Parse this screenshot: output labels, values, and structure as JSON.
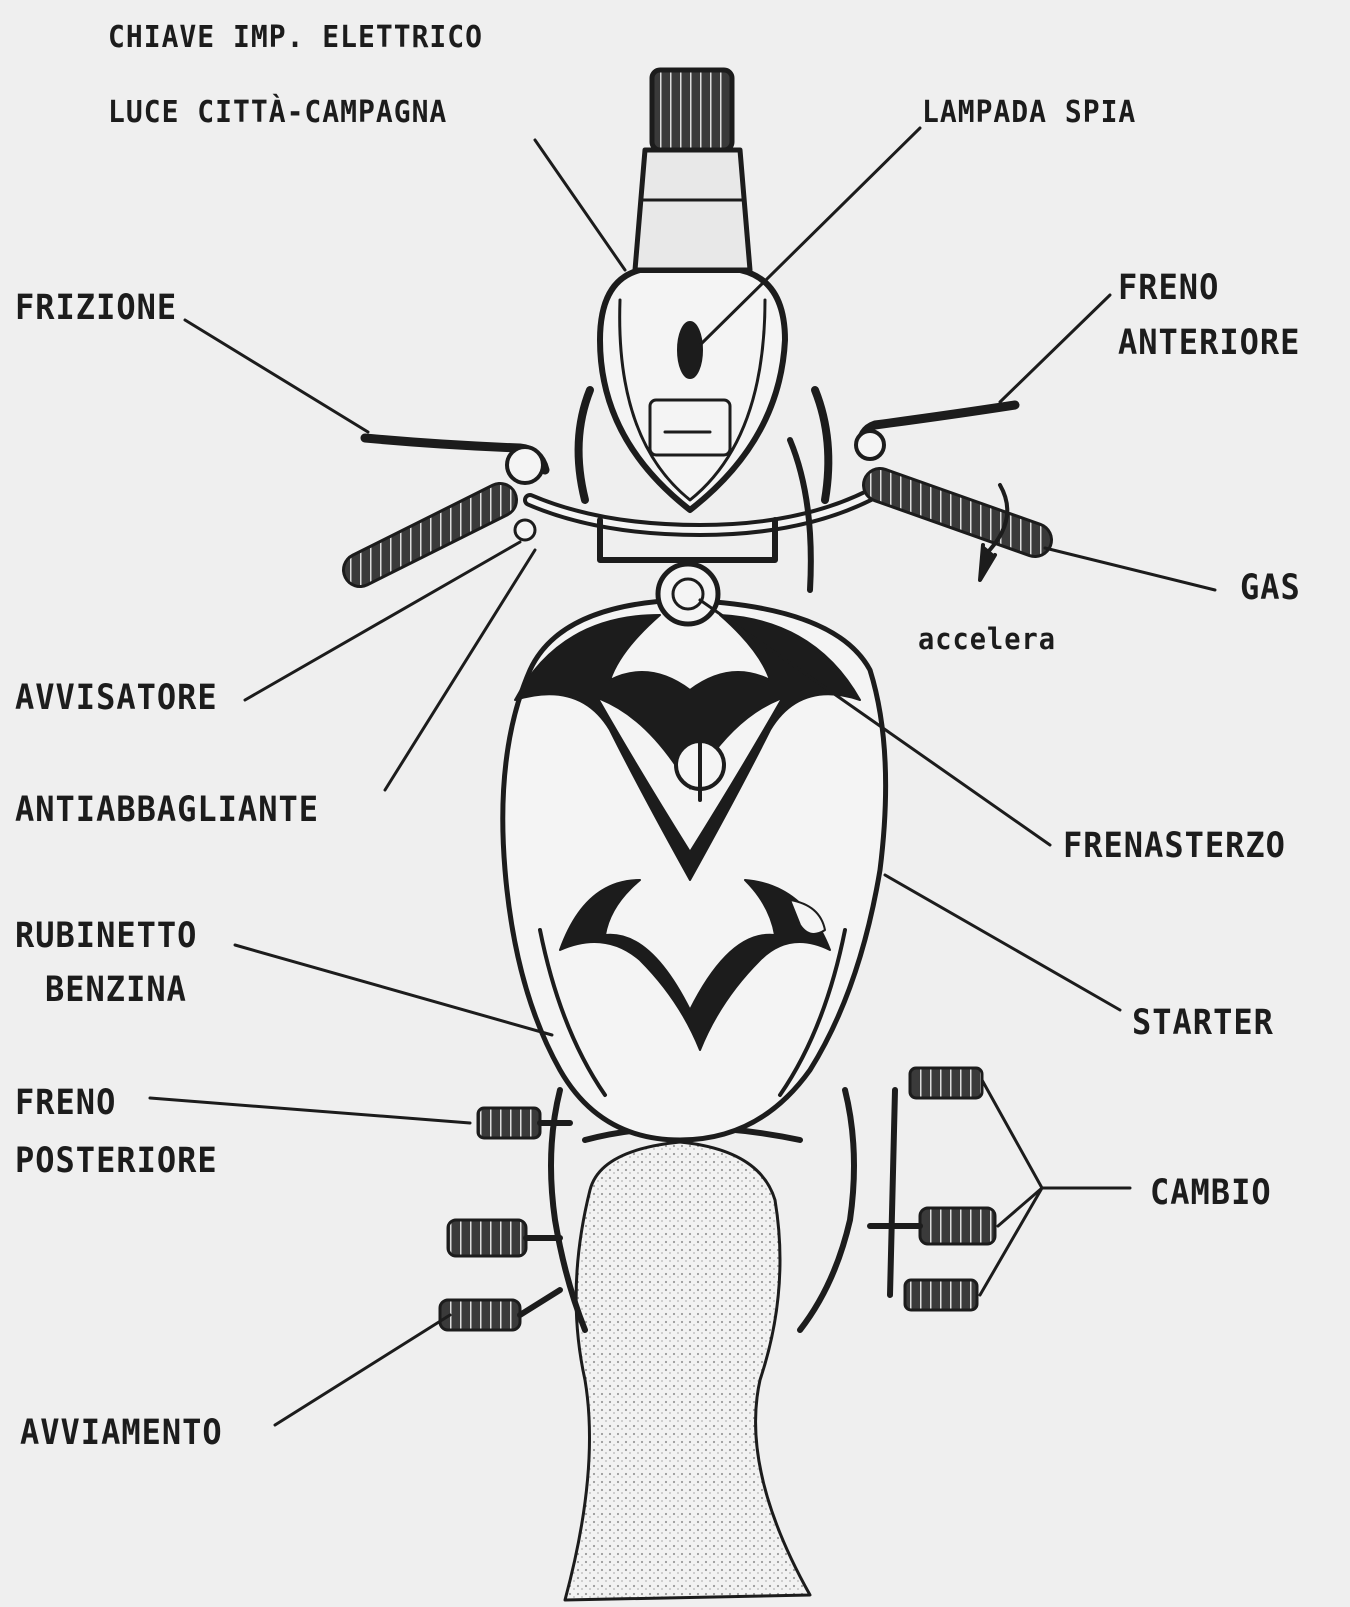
{
  "labels": {
    "chiave": "CHIAVE IMP. ELETTRICO",
    "luce": "LUCE CITTÀ-CAMPAGNA",
    "lampada_spia": "LAMPADA SPIA",
    "frizione": "FRIZIONE",
    "freno_anteriore_1": "FRENO",
    "freno_anteriore_2": "ANTERIORE",
    "gas": "GAS",
    "accelera": "accelera",
    "avvisatore": "AVVISATORE",
    "antiabbagliante": "ANTIABBAGLIANTE",
    "frenasterzo": "FRENASTERZO",
    "rubinetto_1": "RUBINETTO",
    "rubinetto_2": "BENZINA",
    "starter": "STARTER",
    "freno_posteriore_1": "FRENO",
    "freno_posteriore_2": "POSTERIORE",
    "cambio": "CAMBIO",
    "avviamento": "AVVIAMENTO"
  },
  "colors": {
    "ink": "#1c1c1c",
    "paper": "#efefef",
    "shade": "#9a9a9a"
  }
}
